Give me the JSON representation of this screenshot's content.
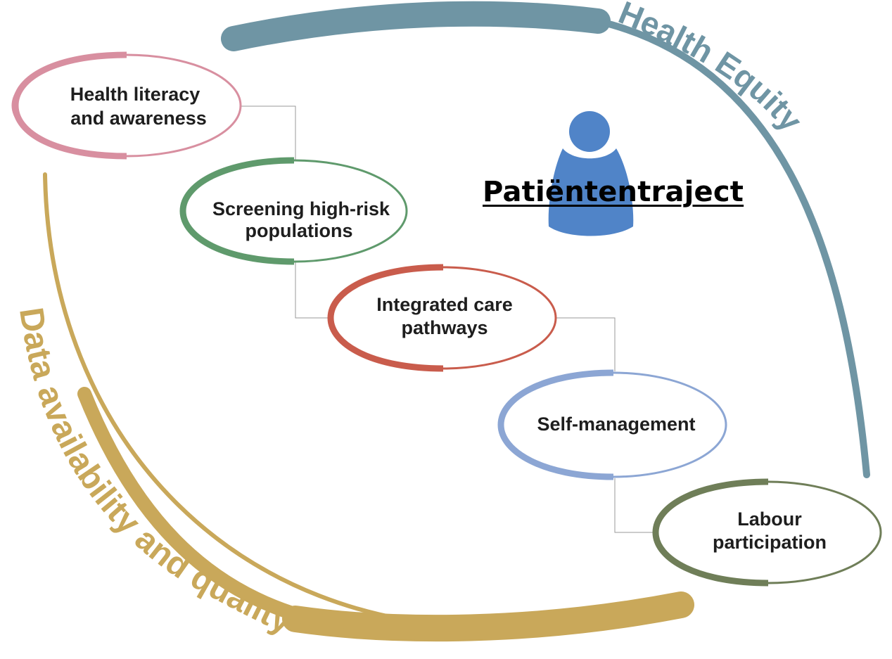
{
  "title": "Patiëntentraject",
  "arcs": {
    "health_equity": {
      "label": "Health Equity",
      "color": "#6f95a4"
    },
    "data_quality": {
      "label": "Data availability and quality",
      "color": "#c9a85a"
    }
  },
  "steps": [
    {
      "line1": "Health literacy",
      "line2": "and awareness",
      "color": "#d88fa0"
    },
    {
      "line1": "Screening high-risk",
      "line2": "populations",
      "color": "#5f9a6c"
    },
    {
      "line1": "Integrated care",
      "line2": "pathways",
      "color": "#c95c4c"
    },
    {
      "line1": "Self-management",
      "line2": "",
      "color": "#8ca6d4"
    },
    {
      "line1": "Labour",
      "line2": "participation",
      "color": "#6f7e58"
    }
  ],
  "person_icon": {
    "icon": "person-icon",
    "color": "#5084c8"
  }
}
